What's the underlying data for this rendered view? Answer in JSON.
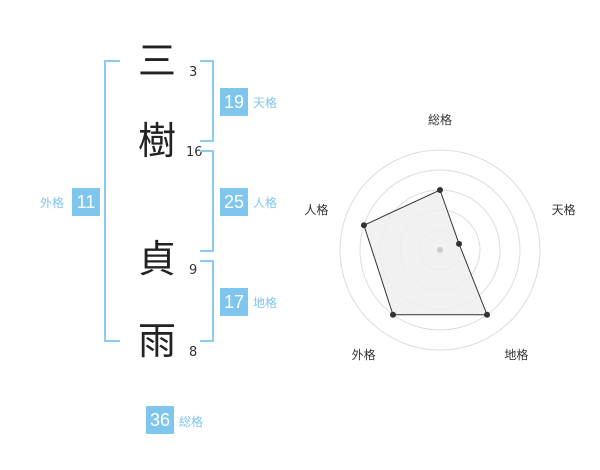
{
  "name": {
    "chars": [
      {
        "kanji": "三",
        "strokes": "3"
      },
      {
        "kanji": "樹",
        "strokes": "16"
      },
      {
        "kanji": "貞",
        "strokes": "9"
      },
      {
        "kanji": "雨",
        "strokes": "8"
      }
    ]
  },
  "fortune": {
    "tenkaku": {
      "value": "19",
      "label": "天格"
    },
    "jinkaku": {
      "value": "25",
      "label": "人格"
    },
    "chikaku": {
      "value": "17",
      "label": "地格"
    },
    "gaikaku": {
      "value": "11",
      "label": "外格"
    },
    "soukaku": {
      "value": "36",
      "label": "総格"
    }
  },
  "chart_data": {
    "type": "radar",
    "axes": [
      "総格",
      "天格",
      "地格",
      "外格",
      "人格"
    ],
    "values": [
      3,
      1,
      4,
      4,
      4
    ],
    "max": 5,
    "colors": {
      "fill": "#efefef",
      "line": "#333333",
      "grid": "#dddddd",
      "center": "#cccccc"
    }
  }
}
